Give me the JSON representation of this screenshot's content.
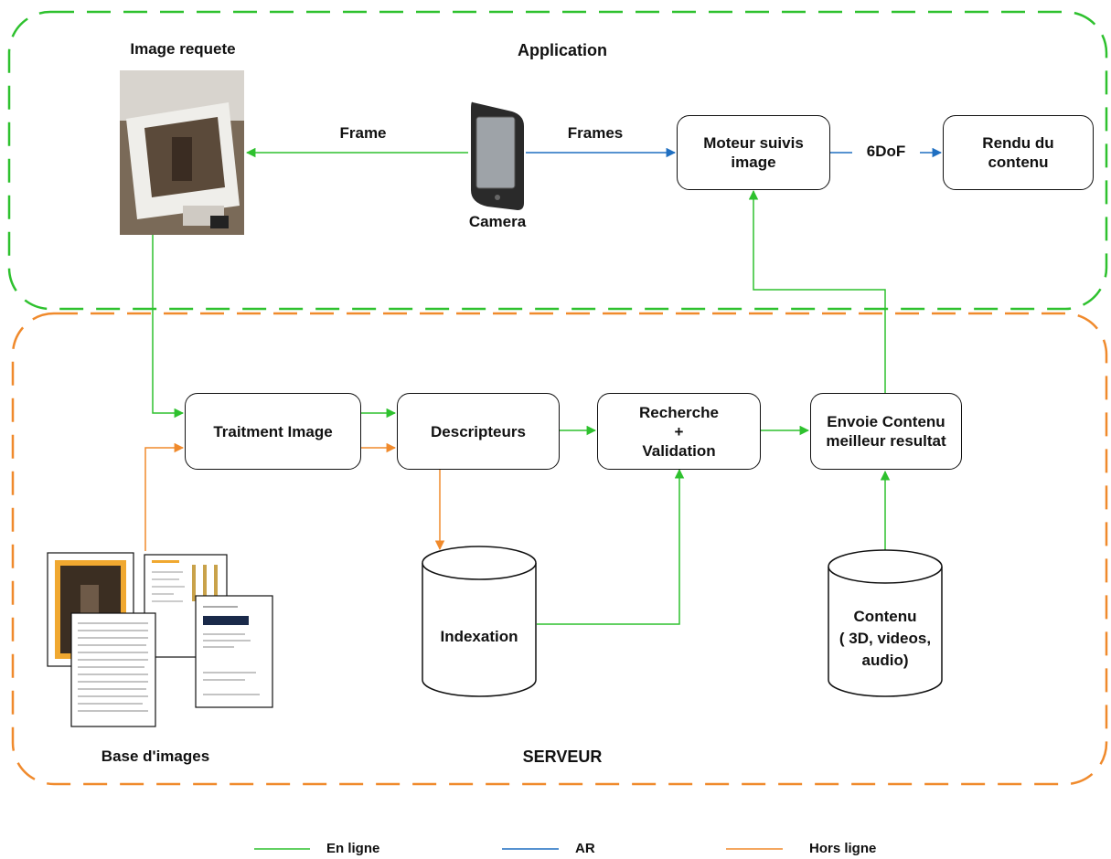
{
  "colors": {
    "online": "#2ec12e",
    "ar": "#1f6fc1",
    "offline": "#f08a2c",
    "stroke": "#111111"
  },
  "groups": {
    "application": {
      "title": "Application"
    },
    "server": {
      "title": "SERVEUR"
    }
  },
  "labels": {
    "image_requete": "Image requete",
    "camera": "Camera",
    "frame": "Frame",
    "frames": "Frames",
    "sixdof": "6DoF",
    "base_images": "Base d'images"
  },
  "nodes": {
    "moteur": "Moteur suivis\nimage",
    "rendu": "Rendu du\ncontenu",
    "traitement": "Traitment Image",
    "descripteurs": "Descripteurs",
    "recherche": "Recherche\n+\nValidation",
    "envoie": "Envoie Contenu\nmeilleur resultat",
    "indexation": "Indexation",
    "contenu": "Contenu\n( 3D, videos,\naudio)"
  },
  "legend": [
    {
      "label": "En ligne",
      "color": "online"
    },
    {
      "label": "AR",
      "color": "ar"
    },
    {
      "label": "Hors ligne",
      "color": "offline"
    }
  ],
  "icons": [
    "smartphone-icon",
    "photo-thumbnail",
    "document-stack-icon"
  ]
}
